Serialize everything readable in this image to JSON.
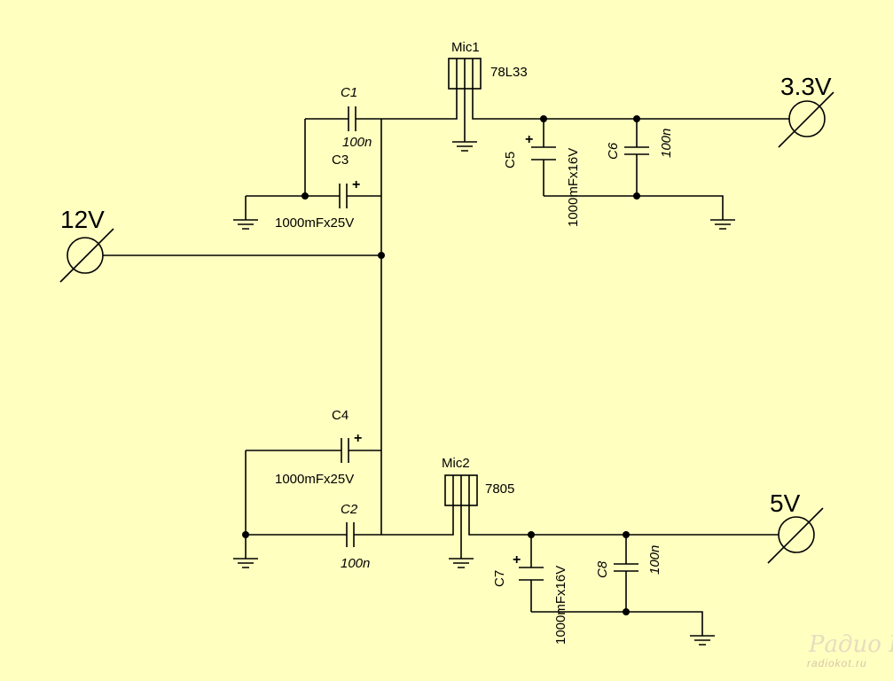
{
  "components": {
    "mic1": {
      "ref": "Mic1",
      "value": "78L33"
    },
    "mic2": {
      "ref": "Mic2",
      "value": "7805"
    },
    "c1": {
      "ref": "C1",
      "value": "100n"
    },
    "c2": {
      "ref": "C2",
      "value": "100n"
    },
    "c3": {
      "ref": "C3",
      "value": "1000mFx25V"
    },
    "c4": {
      "ref": "C4",
      "value": "1000mFx25V"
    },
    "c5": {
      "ref": "C5",
      "value": "1000mFx16V"
    },
    "c6": {
      "ref": "C6",
      "value": "100n"
    },
    "c7": {
      "ref": "C7",
      "value": "1000mFx16V"
    },
    "c8": {
      "ref": "C8",
      "value": "100n"
    }
  },
  "terminals": {
    "input": "12V",
    "out_33": "3.3V",
    "out_5": "5V"
  },
  "polarity_mark": "+",
  "watermark": {
    "logo": "Радио КОТ",
    "site": "radiokot.ru"
  }
}
